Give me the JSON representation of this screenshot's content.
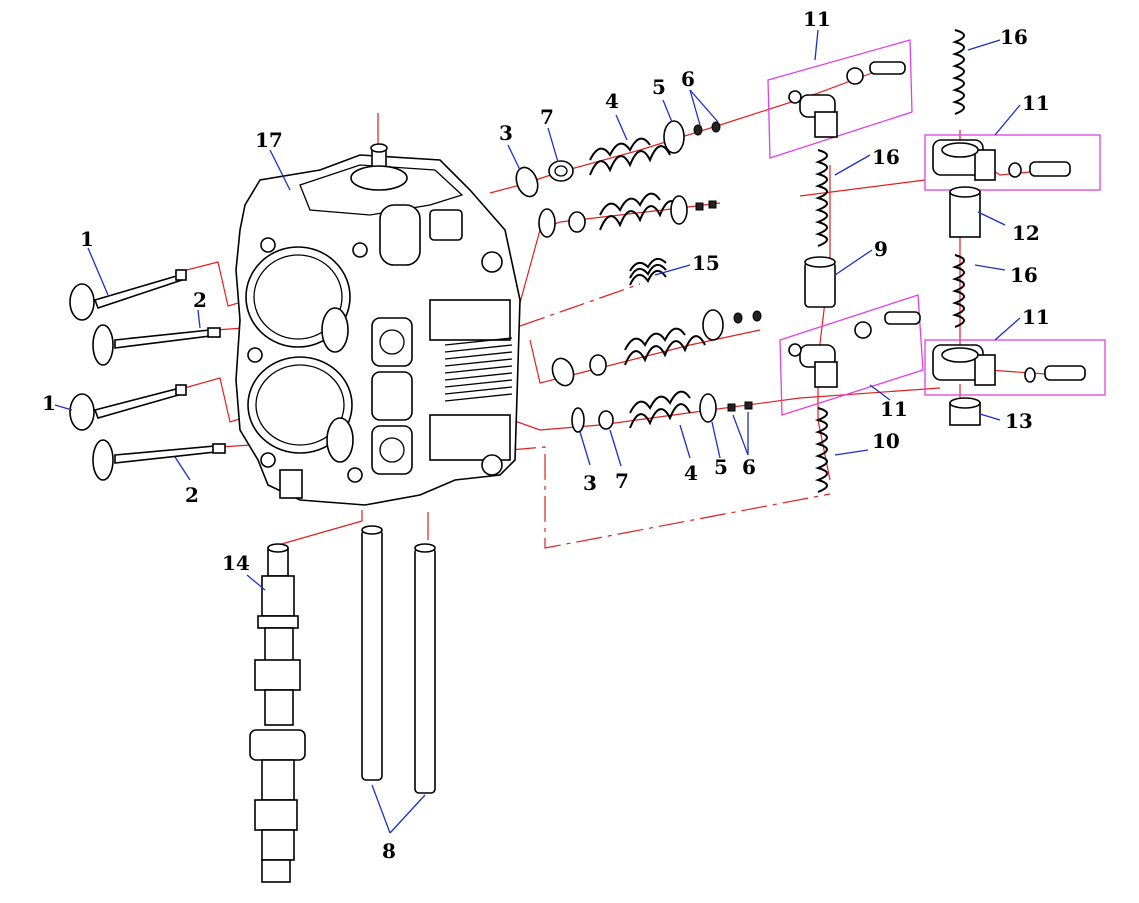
{
  "callouts": {
    "c1a": "1",
    "c1b": "1",
    "c2a": "2",
    "c2b": "2",
    "c3a": "3",
    "c3b": "3",
    "c4a": "4",
    "c4b": "4",
    "c5a": "5",
    "c5b": "5",
    "c6a": "6",
    "c6b": "6",
    "c7a": "7",
    "c7b": "7",
    "c8": "8",
    "c9": "9",
    "c10": "10",
    "c11a": "11",
    "c11b": "11",
    "c11c": "11",
    "c11d": "11",
    "c12": "12",
    "c13": "13",
    "c14": "14",
    "c15": "15",
    "c16a": "16",
    "c16b": "16",
    "c16c": "16",
    "c17": "17"
  },
  "colors": {
    "center_lines": "#e02020",
    "leaders": "#1a30c8",
    "group_boxes": "#e040e0",
    "line_art": "#000000"
  }
}
